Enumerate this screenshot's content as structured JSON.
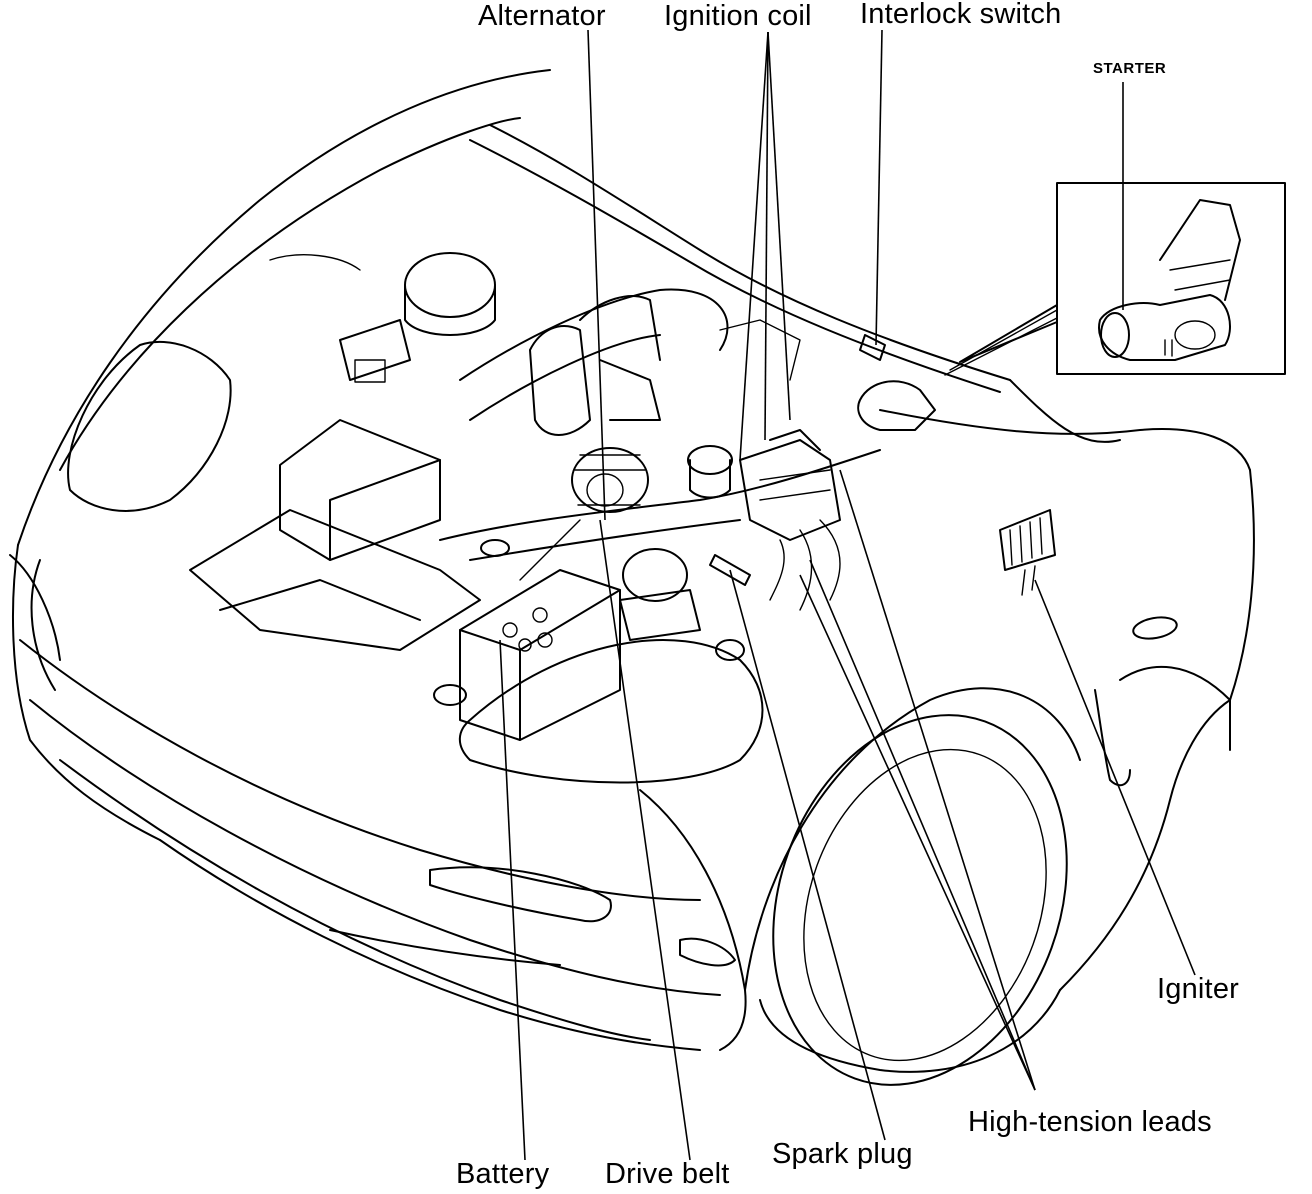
{
  "labels": {
    "alternator": "Alternator",
    "ignition_coil": "Ignition coil",
    "interlock_switch": "Interlock switch",
    "starter": "STARTER",
    "igniter": "Igniter",
    "high_tension_leads": "High-tension leads",
    "spark_plug": "Spark plug",
    "drive_belt": "Drive belt",
    "battery": "Battery"
  }
}
